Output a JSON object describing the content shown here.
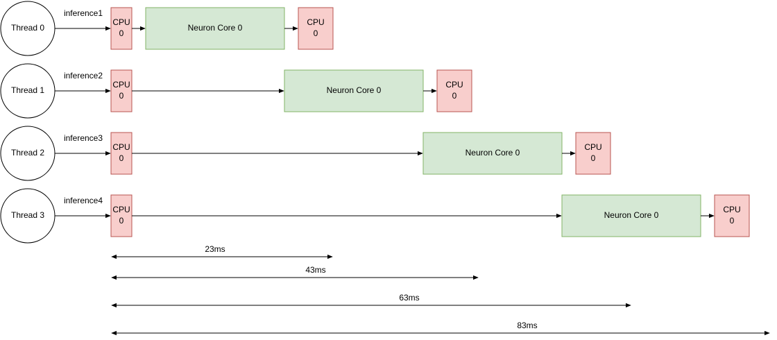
{
  "colors": {
    "cpu_fill": "#f8cecc",
    "cpu_stroke": "#b85450",
    "core_fill": "#d5e8d4",
    "core_stroke": "#82b366",
    "line": "#000000"
  },
  "threads": [
    {
      "label": "Thread 0",
      "inference": "inference1",
      "cpu_in": [
        "CPU",
        "0"
      ],
      "core": "Neuron Core 0",
      "cpu_out": [
        "CPU",
        "0"
      ]
    },
    {
      "label": "Thread 1",
      "inference": "inference2",
      "cpu_in": [
        "CPU",
        "0"
      ],
      "core": "Neuron Core 0",
      "cpu_out": [
        "CPU",
        "0"
      ]
    },
    {
      "label": "Thread 2",
      "inference": "inference3",
      "cpu_in": [
        "CPU",
        "0"
      ],
      "core": "Neuron Core 0",
      "cpu_out": [
        "CPU",
        "0"
      ]
    },
    {
      "label": "Thread 3",
      "inference": "inference4",
      "cpu_in": [
        "CPU",
        "0"
      ],
      "core": "Neuron Core 0",
      "cpu_out": [
        "CPU",
        "0"
      ]
    }
  ],
  "timings": [
    {
      "label": "23ms",
      "value": 23
    },
    {
      "label": "43ms",
      "value": 43
    },
    {
      "label": "63ms",
      "value": 63
    },
    {
      "label": "83ms",
      "value": 83
    }
  ]
}
